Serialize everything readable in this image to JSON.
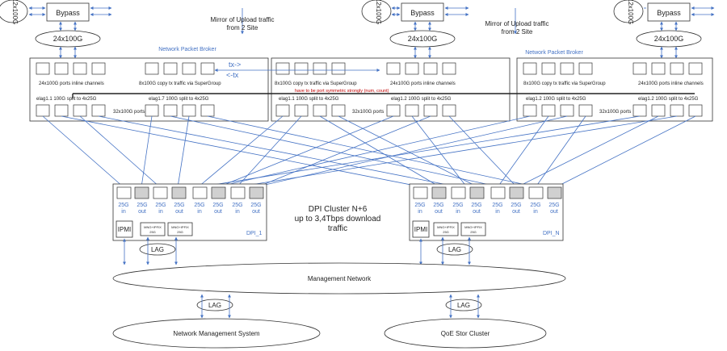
{
  "ports": {
    "label_100g": "12x100G",
    "bypass": "Bypass",
    "trunk": "24x100G"
  },
  "npb": {
    "title": "Network Packet Broker",
    "inline_channels": "24x100G ports inline channels",
    "copy_tx": "8x100G copy tx traffic via SuperGroup",
    "elag11": "elag1.1  100G split to 4x25G",
    "elag17": "elag1.7  100G split to 4x25G",
    "elag12": "elag1.2  100G split to 4x25G",
    "ports32": "32x100G ports",
    "symmetric_note": "have to be port symmetric strongly (num, count)",
    "tx_right": "tx->",
    "tx_left": "<-tx"
  },
  "mirror": {
    "line1": "Mirror of Upload traffic",
    "line2": "from 2 Site"
  },
  "dpi": {
    "port_speed": "25G",
    "in": "in",
    "out": "out",
    "ipmi": "IPMI",
    "mng": "MNG+IPFIX",
    "mng_speed": "25G",
    "lag": "LAG",
    "dpi1": "DPI_1",
    "dpin": "DPI_N",
    "cluster_l1": "DPI Cluster N+6",
    "cluster_l2": "up to 3,4Tbps download",
    "cluster_l3": "traffic"
  },
  "network": {
    "mgmt": "Management Network",
    "nms": "Network Management System",
    "qoe": "QoE Stor Cluster"
  },
  "colors": {
    "link": "#4472c4",
    "note": "#c00000",
    "port_fill": "#d0d0d0"
  }
}
